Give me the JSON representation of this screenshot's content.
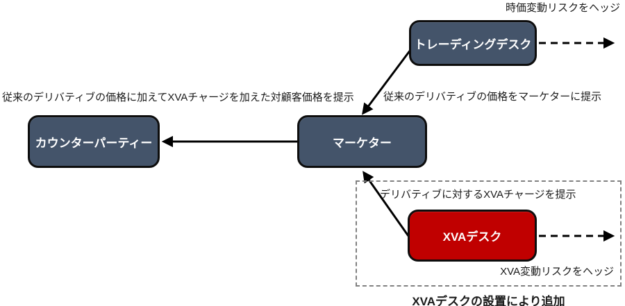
{
  "colors": {
    "node_fill": "#44546A",
    "xva_fill": "#C00000",
    "node_border": "#0D0D0D",
    "node_text": "#FFFFFF",
    "annotation_text": "#1A1A1A",
    "container_border": "#808080",
    "arrow_color": "#000000",
    "canvas_bg": "#FFFFFF"
  },
  "nodes": {
    "trading_desk": {
      "label": "トレーディングデスク"
    },
    "marketer": {
      "label": "マーケター"
    },
    "counterparty": {
      "label": "カウンターパーティー"
    },
    "xva_desk": {
      "label": "XVAデスク"
    }
  },
  "annotations": {
    "hedge_market_risk": "時価変動リスクをヘッジ",
    "customer_price": "従来のデリバティブの価格に加えてXVAチャージを加えた対顧客価格を提示",
    "price_to_marketer": "従来のデリバティブの価格をマーケターに提示",
    "xva_charge": "デリバティブに対するXVAチャージを提示",
    "hedge_xva_risk": "XVA変動リスクをヘッジ",
    "container_caption": "XVAデスクの設置により追加"
  }
}
